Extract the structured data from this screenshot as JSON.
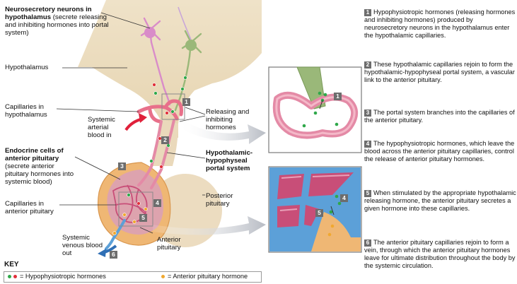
{
  "labels": {
    "neurosecretory_title": "Neurosecretory neurons in hypothalamus",
    "neurosecretory_desc": "(secrete releasing and inhibiting hormones into portal system)",
    "hypothalamus": "Hypothalamus",
    "capillaries_hypothalamus": "Capillaries in hypothalamus",
    "systemic_arterial": "Systemic arterial blood in",
    "releasing_inhibiting": "Releasing and inhibiting hormones",
    "endocrine_title": "Endocrine cells of anterior pituitary",
    "endocrine_desc": "(secrete anterior pituitary hormones into systemic blood)",
    "portal_system": "Hypothalamic-hypophyseal portal system",
    "capillaries_anterior": "Capillaries in anterior pituitary",
    "posterior_pituitary": "Posterior pituitary",
    "anterior_pituitary": "Anterior pituitary",
    "systemic_venous": "Systemic venous blood out"
  },
  "markers": [
    "1",
    "2",
    "3",
    "4",
    "5",
    "6"
  ],
  "key": {
    "title": "KEY",
    "hypophysiotropic": "= Hypophysiotropic hormones",
    "anterior_hormone": "= Anterior pituitary hormone"
  },
  "steps": [
    {
      "num": "1",
      "text": "Hypophysiotropic hormones (releasing hormones and inhibiting hormones) produced by neurosecretory neurons in the hypothalamus enter the hypothalamic capillaries."
    },
    {
      "num": "2",
      "text": "These hypothalamic capillaries rejoin to form the hypothalamic-hypophyseal portal system, a vascular link to the anterior pituitary."
    },
    {
      "num": "3",
      "text": "The portal system branches into the capillaries of the anterior pituitary."
    },
    {
      "num": "4",
      "text": "The hypophysiotropic hormones, which leave the blood across the anterior pituitary capillaries, control the release of anterior pituitary hormones."
    },
    {
      "num": "5",
      "text": "When stimulated by the appropriate hypothalamic releasing hormone, the anterior pituitary secretes a given hormone into these capillaries."
    },
    {
      "num": "6",
      "text": "The anterior pituitary capillaries rejoin to form a vein, through which the anterior pituitary hormones leave for ultimate distribution throughout the body by the systemic circulation."
    }
  ],
  "colors": {
    "tissue": "#f1e3c8",
    "capillary": "#e8708a",
    "neuron_pink": "#d98cc9",
    "neuron_green": "#9ab879",
    "pituitary": "#efb774",
    "venous": "#5ca0d8",
    "arrow_red": "#e0203a",
    "arrow_blue": "#2f6fb5",
    "marker": "#6d6d6d"
  }
}
